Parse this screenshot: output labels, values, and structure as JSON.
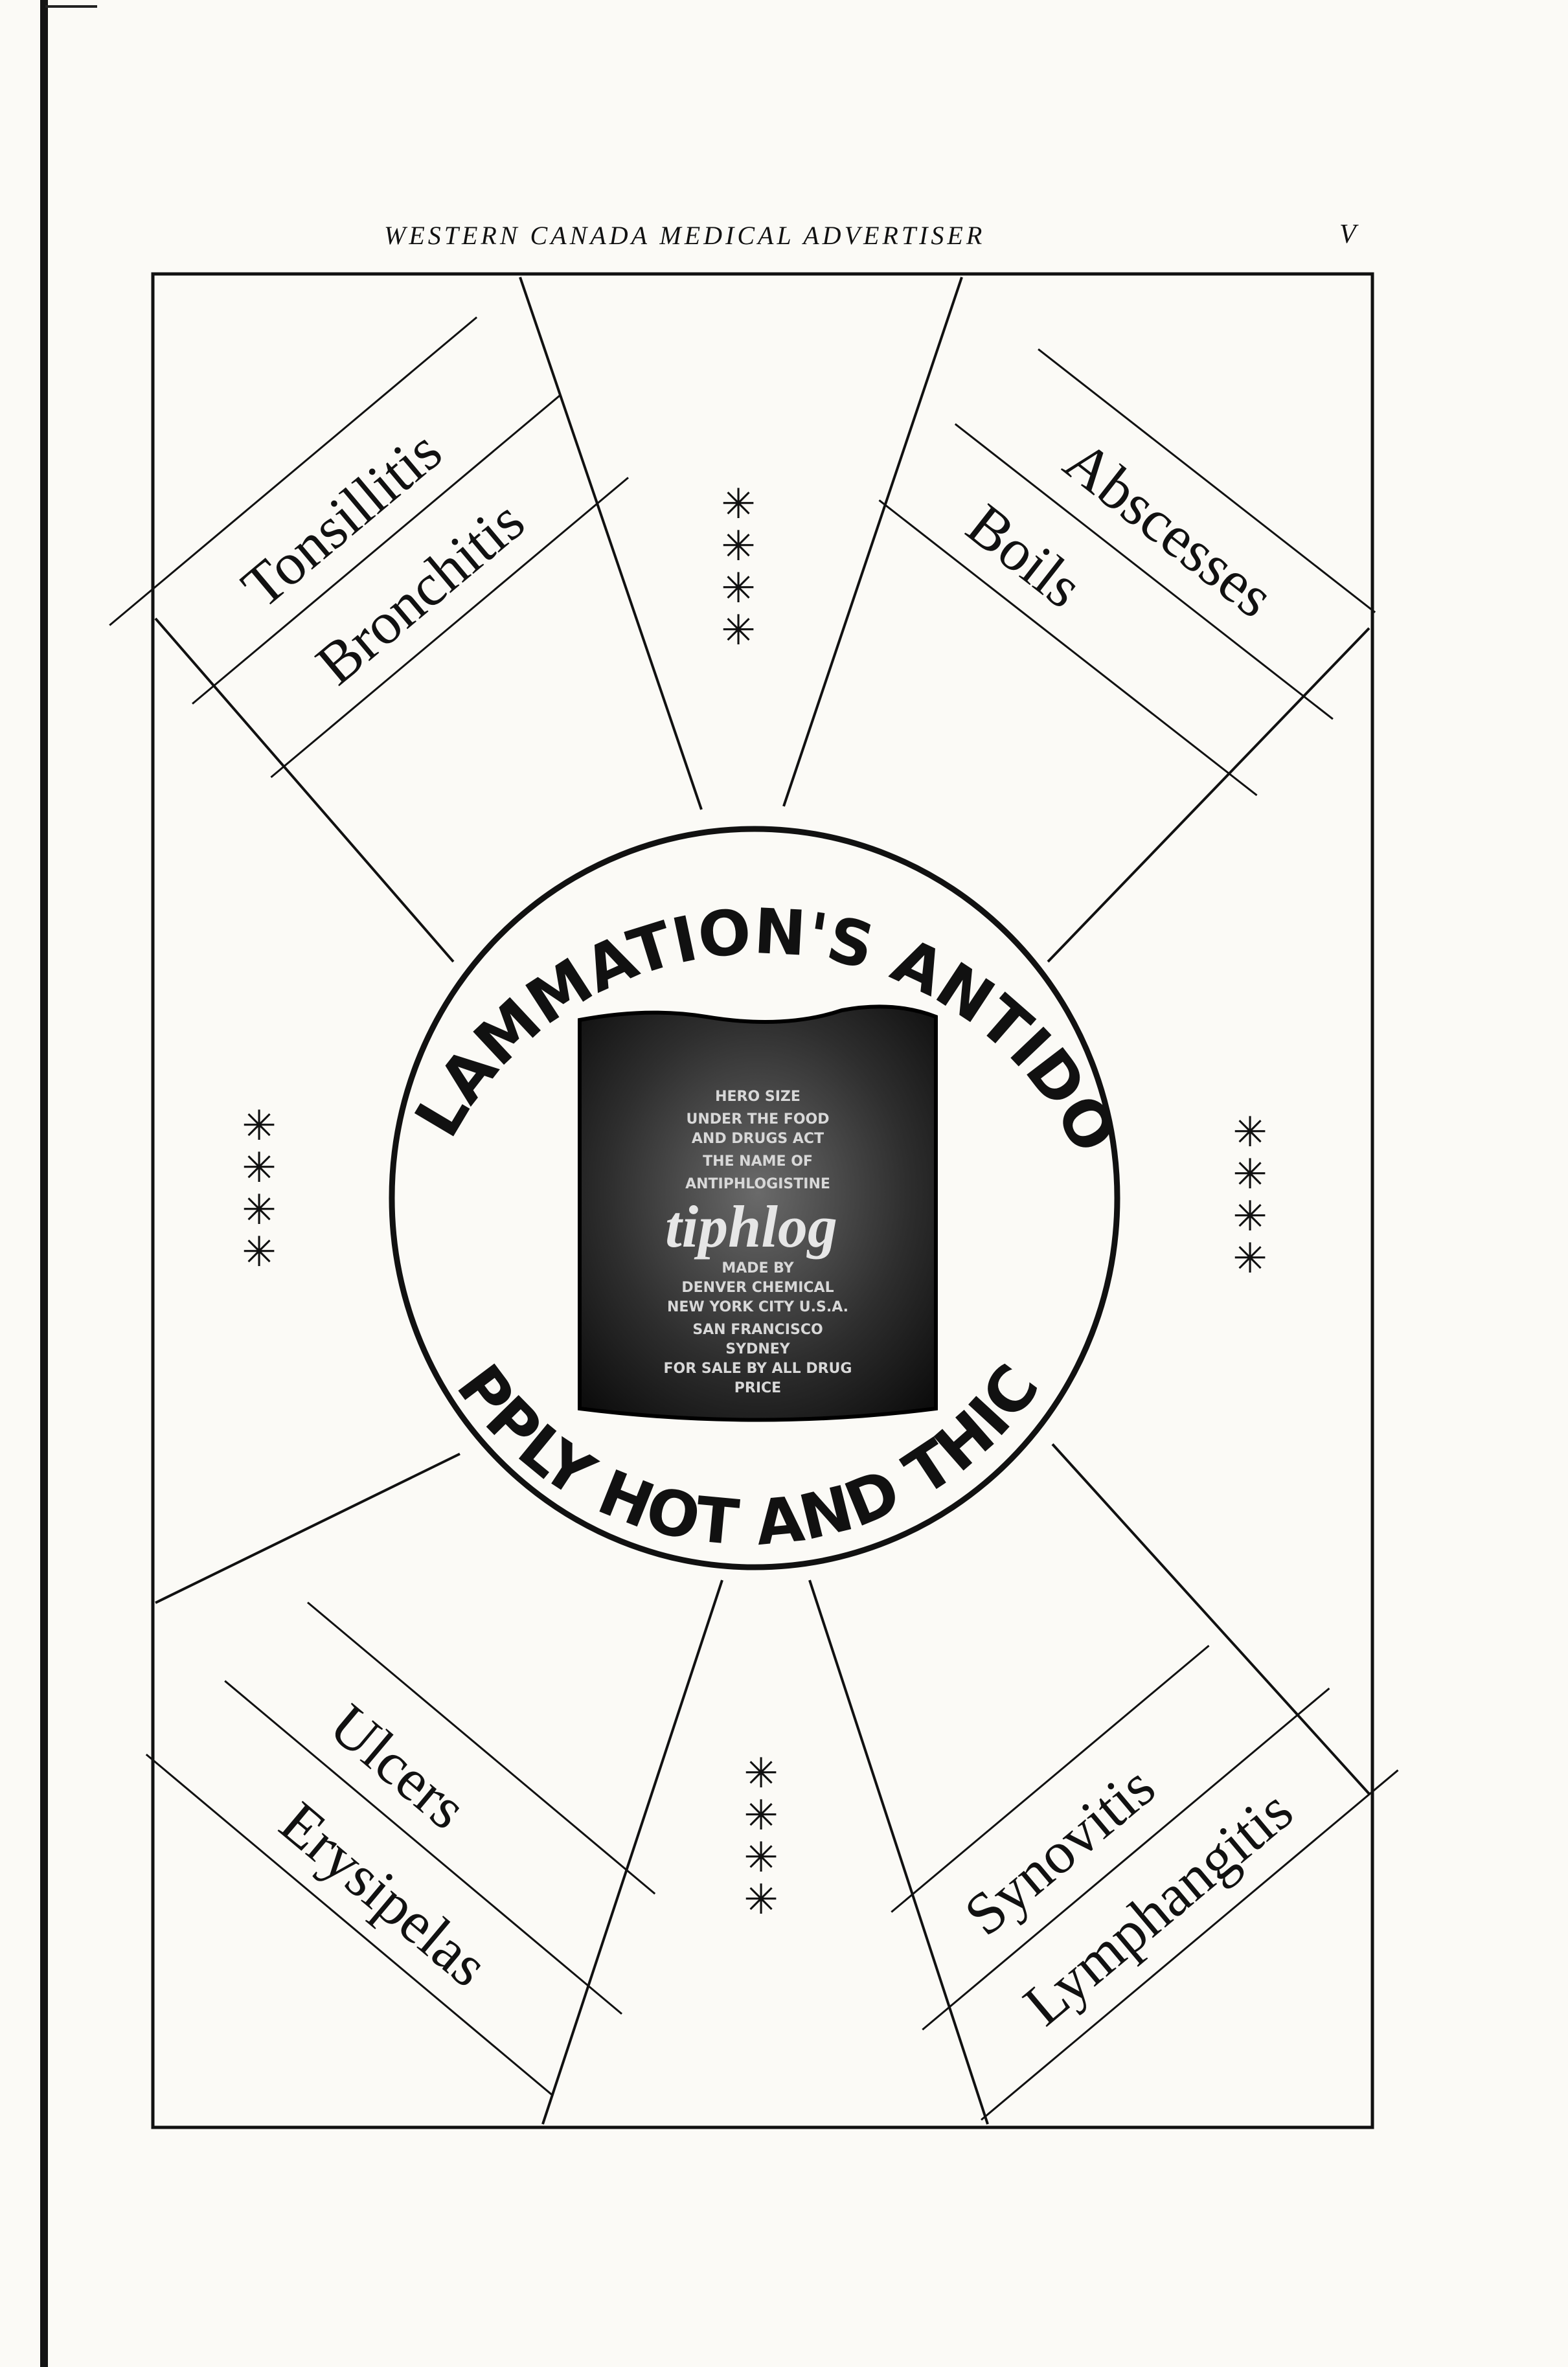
{
  "header": {
    "journal_title": "WESTERN CANADA MEDICAL ADVERTISER",
    "page_number": "V"
  },
  "advertisement": {
    "top_left_labels": [
      "Tonsillitis",
      "Bronchitis"
    ],
    "top_right_labels": [
      "Abscesses",
      "Boils"
    ],
    "bottom_left_labels": [
      "Ulcers",
      "Erysipelas"
    ],
    "bottom_right_labels": [
      "Synovitis",
      "Lymphangitis"
    ],
    "star_glyph": "✳",
    "arc_top": "INFLAMMATION'S ANTIDOTE",
    "arc_bottom": "APPLY HOT AND THICK",
    "product_image": {
      "lines": [
        "HERO SIZE",
        "UNDER THE FOOD",
        "AND DRUGS ACT",
        "THE NAME OF",
        "ANTIPHLOGISTINE",
        "MADE BY",
        "DENVER CHEMICAL",
        "NEW YORK CITY U.S.A.",
        "SAN FRANCISCO",
        "SYDNEY",
        "FOR SALE BY ALL DRUG",
        "PRICE"
      ],
      "brand": "tiphlog"
    }
  }
}
